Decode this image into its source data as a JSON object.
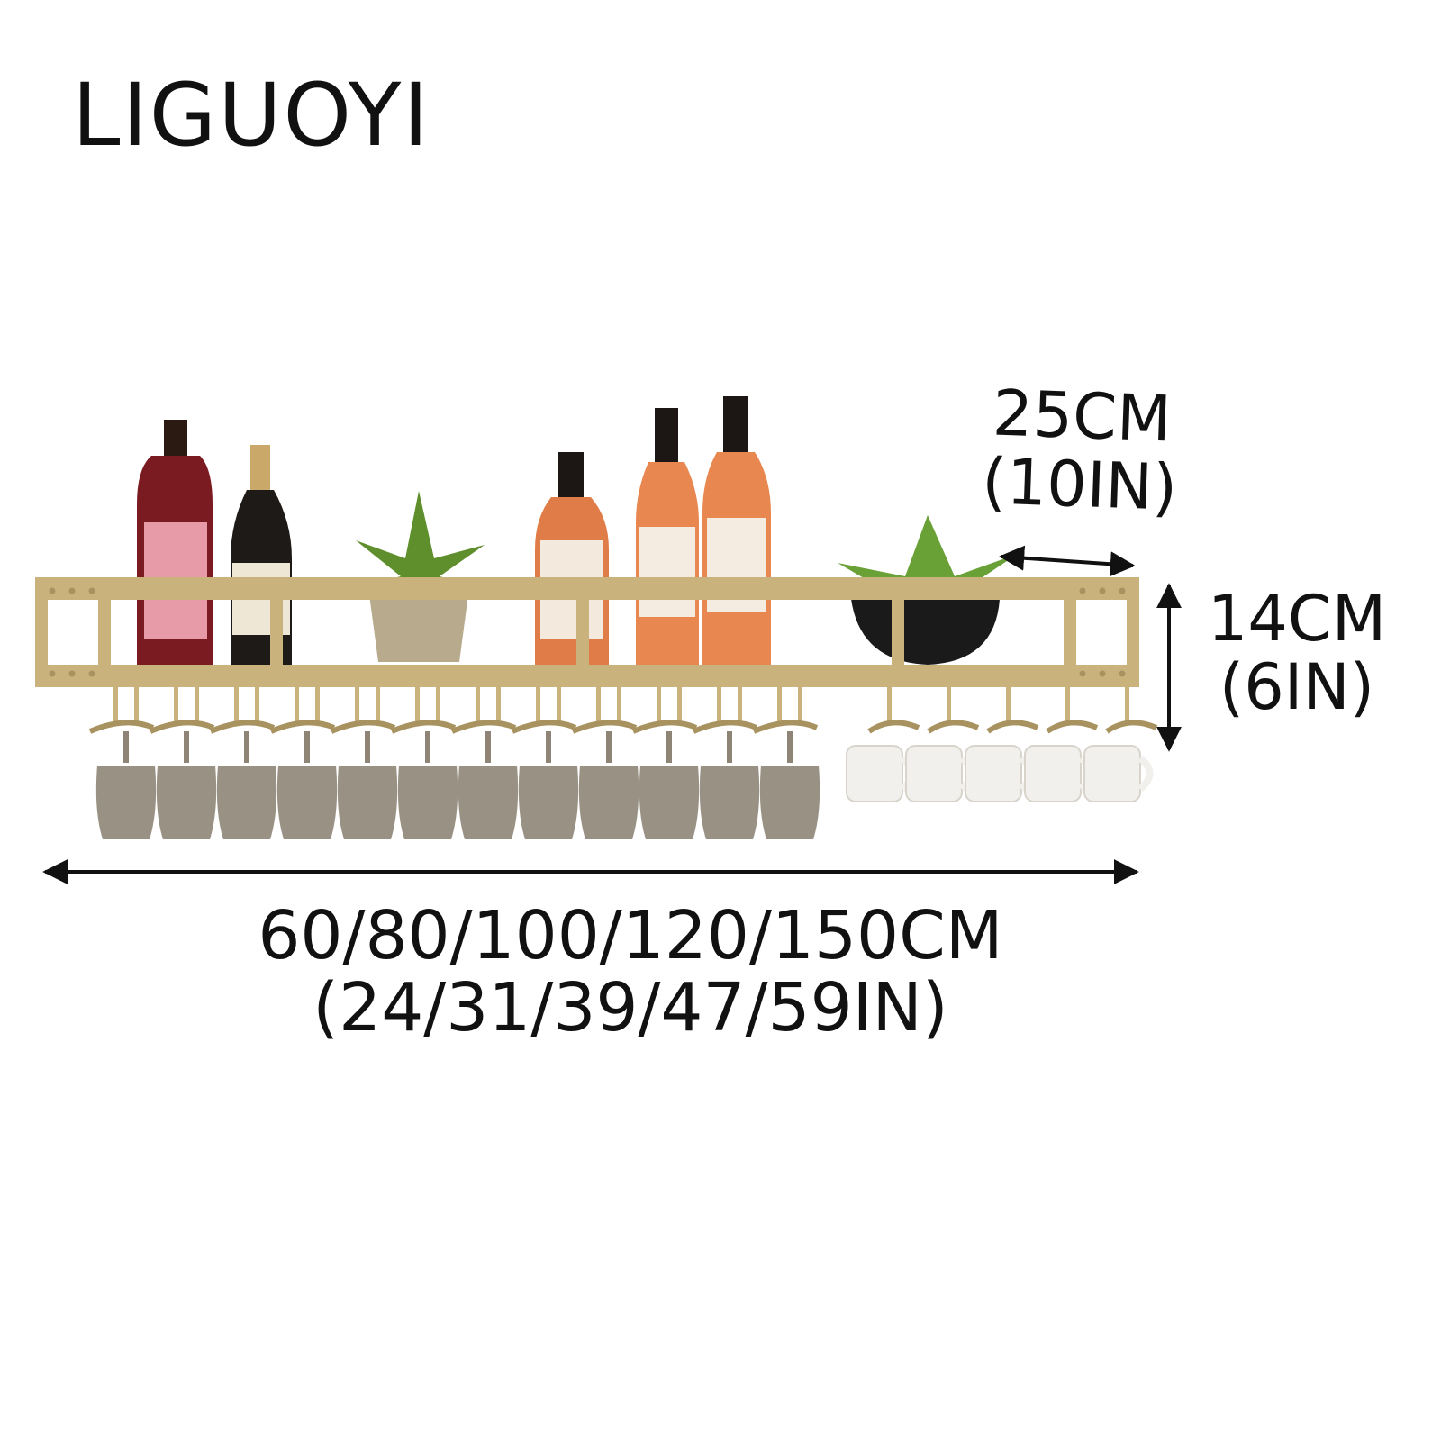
{
  "brand": "LIGUOYI",
  "dimensions": {
    "depth": {
      "metric": "25CM",
      "imperial": "(10IN)"
    },
    "height": {
      "metric": "14CM",
      "imperial": "(6IN)"
    },
    "length": {
      "metric": "60/80/100/120/150CM",
      "imperial": "(24/31/39/47/59IN)"
    }
  },
  "colors": {
    "frame": "#c9b27c",
    "frame_dark": "#a89260",
    "glass": "#8e8577",
    "mug": "#f2f0ec",
    "arrow": "#111111"
  },
  "product": {
    "wine_glasses": 12,
    "mugs": 5,
    "bottles": 5,
    "plants": 2
  }
}
